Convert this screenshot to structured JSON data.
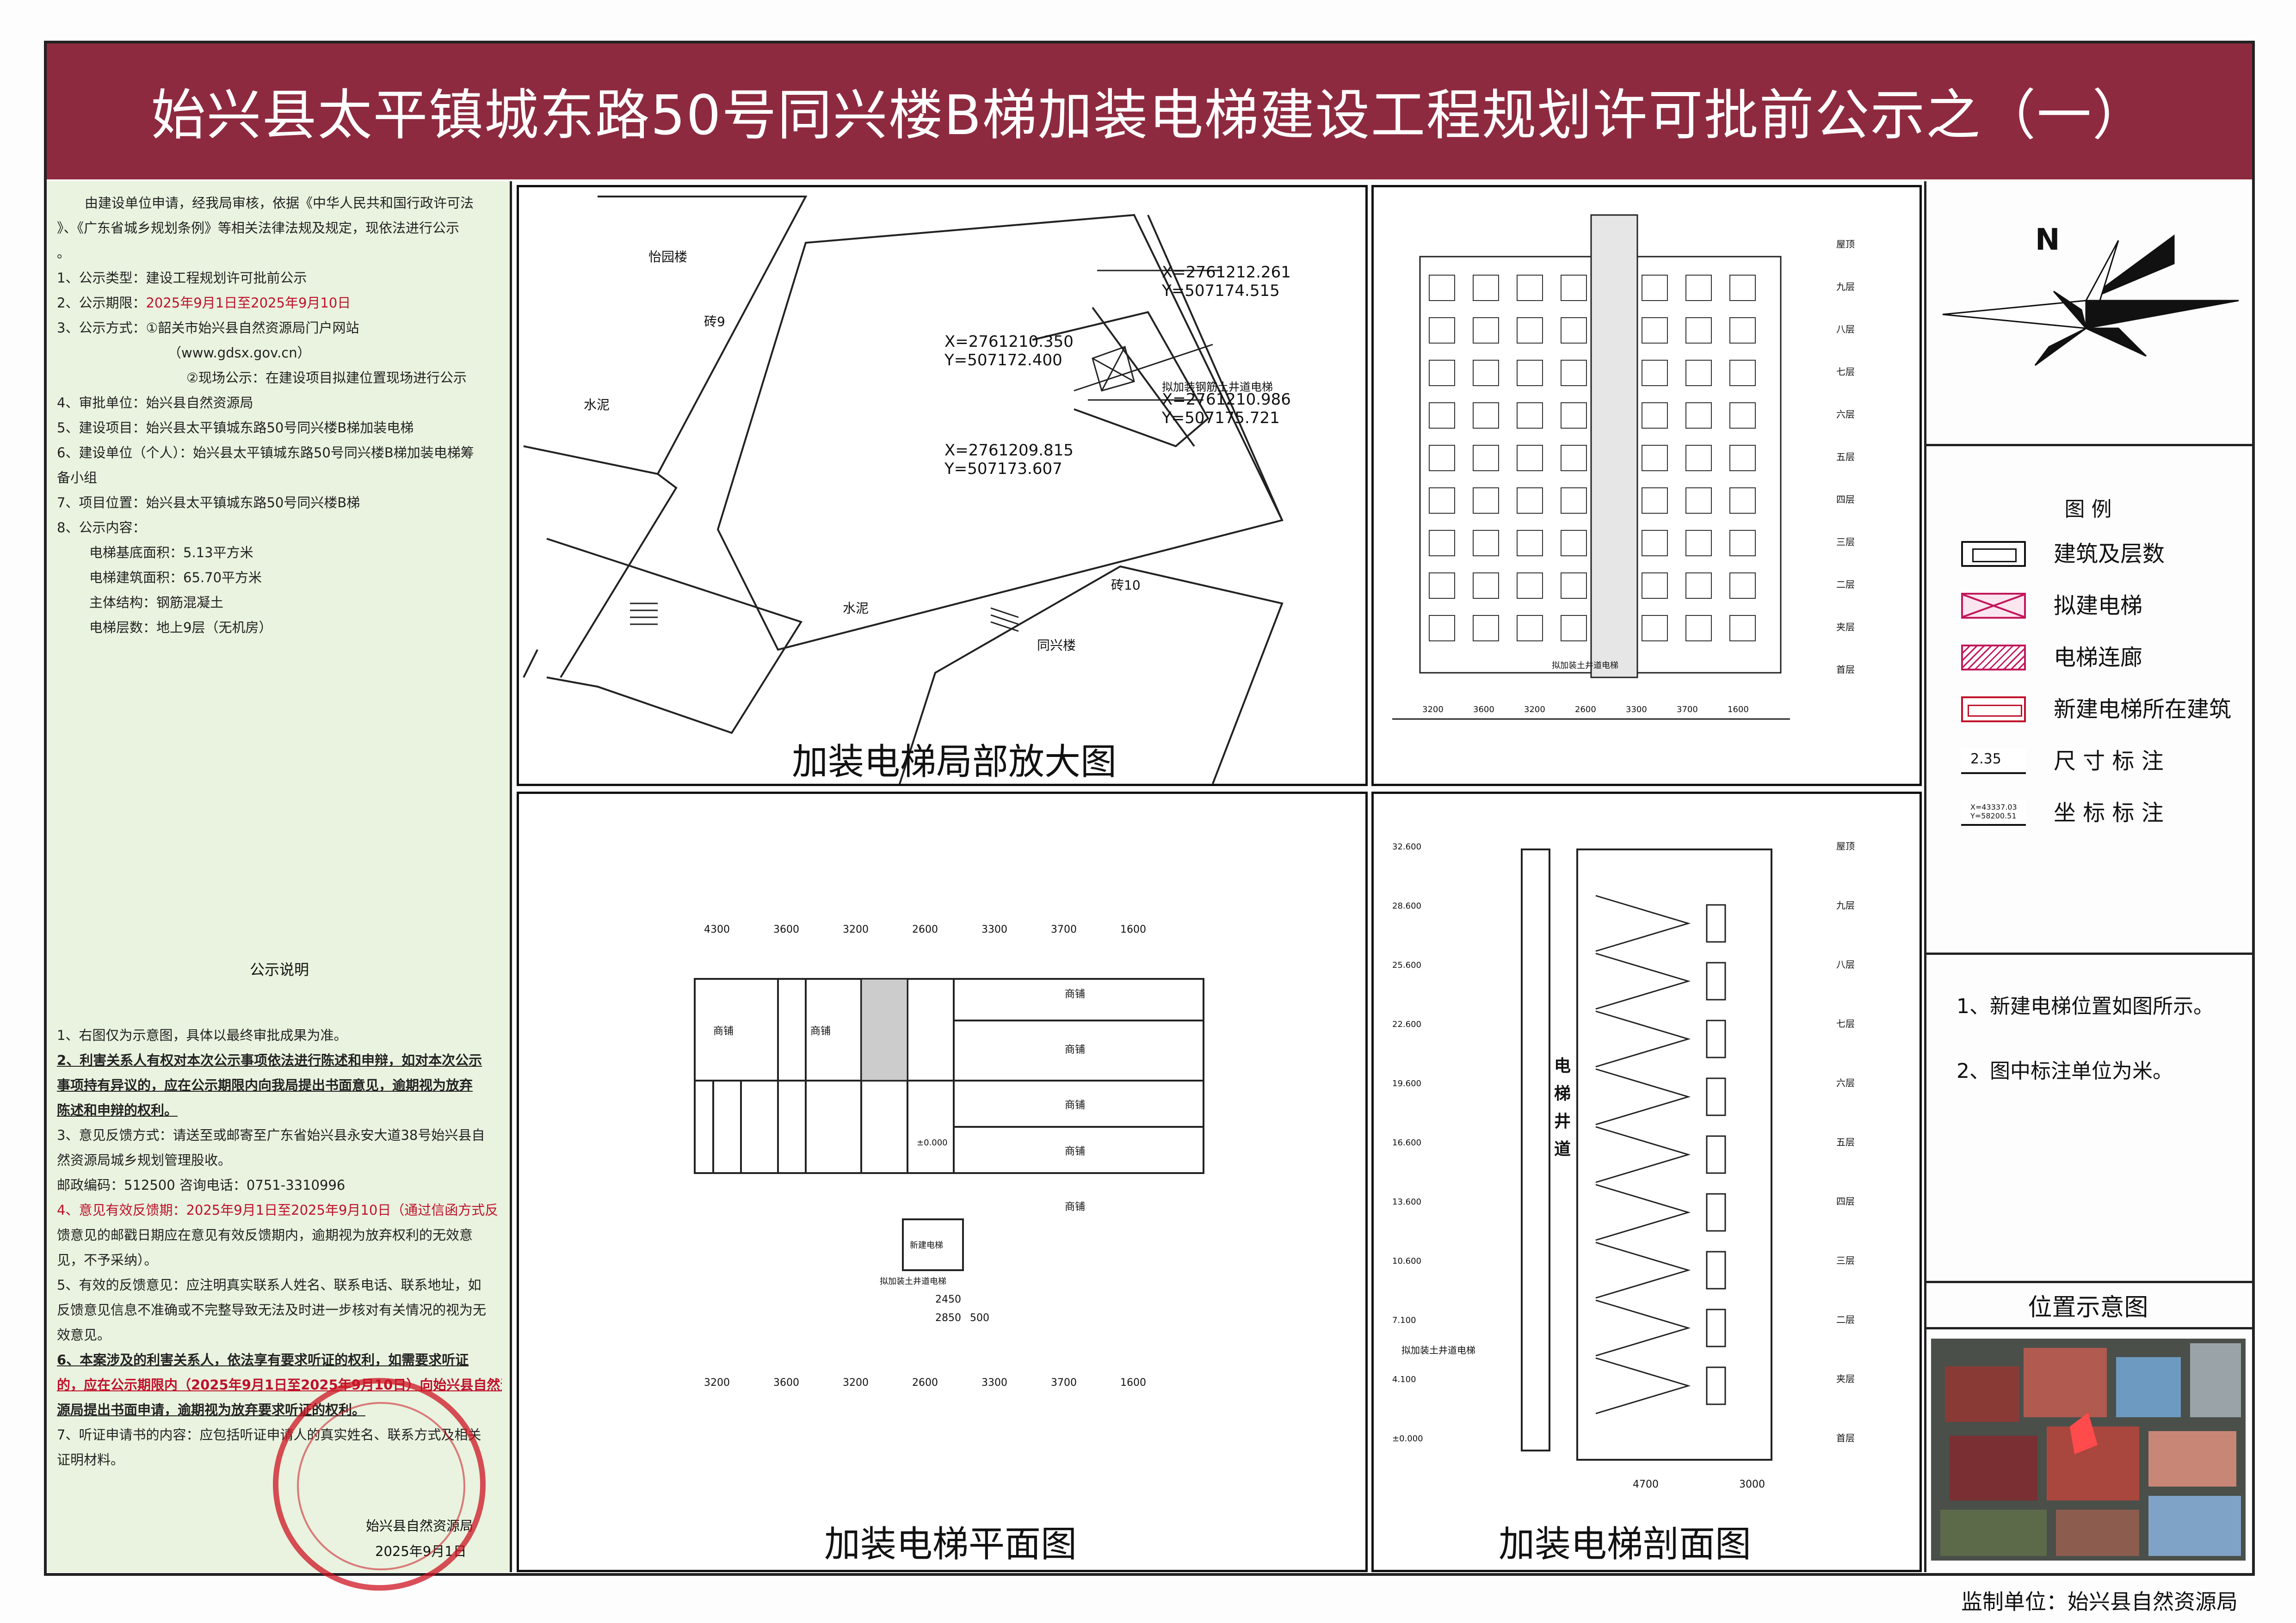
{
  "title": "始兴县太平镇城东路50号同兴楼B梯加装电梯建设工程规划许可批前公示之（一）",
  "intro": {
    "line1": "由建设单位申请，经我局审核，依据《中华人民共和国行政许可法",
    "line2": "》、《广东省城乡规划条例》等相关法律法规及规定，现依法进行公示",
    "line3": "。"
  },
  "items": [
    {
      "key": "1、公示类型：",
      "value": "建设工程规划许可批前公示"
    },
    {
      "key": "2、公示期限：",
      "value": "2025年9月1日至2025年9月10日"
    },
    {
      "key": "3、公示方式：",
      "value": "①韶关市始兴县自然资源局门户网站"
    },
    {
      "key": "",
      "value": "（www.gdsx.gov.cn）"
    },
    {
      "key": "",
      "value": "②现场公示：在建设项目拟建位置现场进行公示"
    },
    {
      "key": "4、审批单位：",
      "value": "始兴县自然资源局"
    },
    {
      "key": "5、建设项目：",
      "value": "始兴县太平镇城东路50号同兴楼B梯加装电梯"
    },
    {
      "key": "6、建设单位（个人）：",
      "value": "始兴县太平镇城东路50号同兴楼B梯加装电梯筹"
    },
    {
      "key": "",
      "value": "备小组"
    },
    {
      "key": "7、项目位置：",
      "value": "始兴县太平镇城东路50号同兴楼B梯"
    },
    {
      "key": "8、公示内容：",
      "value": ""
    },
    {
      "key": "",
      "value": "电梯基底面积：5.13平方米"
    },
    {
      "key": "",
      "value": "电梯建筑面积：65.70平方米"
    },
    {
      "key": "",
      "value": "主体结构：钢筋混凝土"
    },
    {
      "key": "",
      "value": "电梯层数：地上9层（无机房）"
    }
  ],
  "notice": {
    "heading": "公示说明",
    "lines": [
      "1、右图仅为示意图，具体以最终审批成果为准。",
      "2、利害关系人有权对本次公示事项依法进行陈述和申辩，如对本次公示",
      "事项持有异议的，应在公示期限内向我局提出书面意见，逾期视为放弃",
      "陈述和申辩的权利。",
      "3、意见反馈方式：请送至或邮寄至广东省始兴县永安大道38号始兴县自",
      "然资源局城乡规划管理股收。",
      "邮政编码：512500  咨询电话：0751-3310996",
      "4、意见有效反馈期：2025年9月1日至2025年9月10日（通过信函方式反",
      "馈意见的邮戳日期应在意见有效反馈期内，逾期视为放弃权利的无效意",
      "见，不予采纳）。",
      "5、有效的反馈意见：应注明真实联系人姓名、联系电话、联系地址，如",
      "反馈意见信息不准确或不完整导致无法及时进一步核对有关情况的视为无",
      "效意见。",
      "6、本案涉及的利害关系人，依法享有要求听证的权利，如需要求听证",
      "的，应在公示期限内（2025年9月1日至2025年9月10日）向始兴县自然资",
      "源局提出书面申请，逾期视为放弃要求听证的权利。",
      "7、听证申请书的内容：应包括听证申请人的真实姓名、联系方式及相关",
      "证明材料。"
    ],
    "signature": "始兴县自然资源局",
    "date": "2025年9月1日"
  },
  "panels": {
    "site": {
      "caption": "加装电梯局部放大图",
      "labels": {
        "coord1": "X=2761212.261",
        "coord1y": "Y=507174.515",
        "coord2": "X=2761210.350",
        "coord2y": "Y=507172.400",
        "coord3": "X=2761210.986",
        "coord3y": "Y=507175.721",
        "coord4": "X=2761209.815",
        "coord4y": "Y=507173.607",
        "bldg1": "怡园楼",
        "bldg2": "同兴楼",
        "floors1": "砖9",
        "floors2": "砖10",
        "road1": "水泥",
        "road2": "水泥",
        "elev": "拟加装钢筋土井道电梯"
      }
    },
    "elevation": {
      "floors": [
        "屋顶",
        "九层",
        "八层",
        "七层",
        "六层",
        "五层",
        "四层",
        "三层",
        "二层",
        "夹层",
        "首层"
      ],
      "dims": [
        "3200",
        "3600",
        "3200",
        "2600",
        "3300",
        "3700",
        "1600"
      ],
      "shaft_label": "拟加装土井道电梯"
    },
    "plan": {
      "caption": "加装电梯平面图",
      "top_dims": [
        "4300",
        "3600",
        "3200",
        "2600",
        "3300",
        "3700",
        "1600"
      ],
      "bottom_dims": [
        "3200",
        "3600",
        "3200",
        "2600",
        "3300",
        "3700",
        "1600"
      ],
      "room": "商铺",
      "elevator_label": "新建电梯",
      "stair_label": "拟加装土井道电梯",
      "elev_w": "2450",
      "elev_total": "2850",
      "elev_side": "500",
      "level": "±0.000"
    },
    "section": {
      "caption": "加装电梯剖面图",
      "shaft_text": "电梯井道",
      "floors": [
        "屋顶",
        "九层",
        "八层",
        "七层",
        "六层",
        "五层",
        "四层",
        "三层",
        "二层",
        "夹层",
        "首层"
      ],
      "elevs": [
        "32.600",
        "28.600",
        "25.600",
        "22.600",
        "19.600",
        "16.600",
        "13.600",
        "10.600",
        "7.100",
        "4.100",
        "±0.000"
      ],
      "bottom_dims": [
        "4700",
        "3000"
      ],
      "label": "拟加装土井道电梯"
    }
  },
  "north": "N",
  "legend": {
    "heading": "图 例",
    "items": [
      {
        "label": "建筑及层数",
        "sym": "building"
      },
      {
        "label": "拟建电梯",
        "sym": "elevator"
      },
      {
        "label": "电梯连廊",
        "sym": "corridor"
      },
      {
        "label": "新建电梯所在建筑",
        "sym": "host"
      },
      {
        "label": "尺 寸 标 注",
        "sym": "dim",
        "sample": "2.35"
      },
      {
        "label": "坐 标 标 注",
        "sym": "coord",
        "sample": "X=43337.03 Y=58200.51"
      }
    ]
  },
  "notes": [
    "1、新建电梯位置如图所示。",
    "2、图中标注单位为米。"
  ],
  "location": {
    "heading": "位置示意图"
  },
  "footer": {
    "label": "监制单位：",
    "value": "始兴县自然资源局"
  },
  "colors": {
    "title_bg": "#8e2a3f",
    "panel_bg": "#e9f3df",
    "highlight": "#c0102a",
    "elevator_symbol": "#c2185b"
  }
}
